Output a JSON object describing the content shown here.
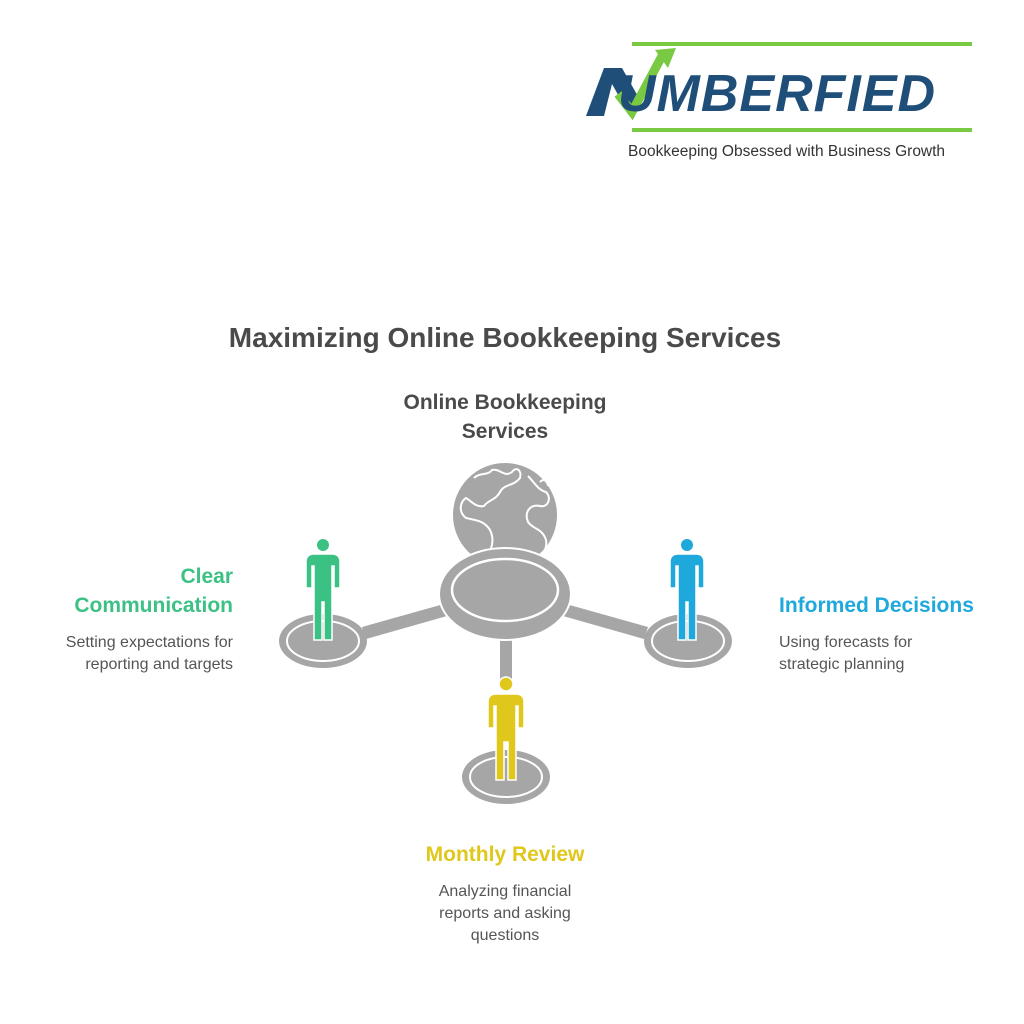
{
  "logo": {
    "wordmark": "UMBERFIED",
    "tagline": "Bookkeeping Obsessed with Business Growth",
    "colors": {
      "navy": "#1f4e79",
      "green": "#7ac943"
    }
  },
  "title": "Maximizing Online Bookkeeping Services",
  "hub": {
    "label": "Online Bookkeeping Services",
    "icon": "globe-icon",
    "color": "#a6a6a6"
  },
  "nodes": [
    {
      "id": "clear-communication",
      "heading": "Clear Communication",
      "heading_lines": [
        "Clear",
        "Communication"
      ],
      "description_lines": [
        "Setting expectations for",
        "reporting and targets"
      ],
      "color": "#3cc184",
      "icon": "person-icon"
    },
    {
      "id": "informed-decisions",
      "heading": "Informed Decisions",
      "heading_lines": [
        "Informed Decisions"
      ],
      "description_lines": [
        "Using forecasts for",
        "strategic planning"
      ],
      "color": "#1fa8dc",
      "icon": "person-icon"
    },
    {
      "id": "monthly-review",
      "heading": "Monthly Review",
      "heading_lines": [
        "Monthly Review"
      ],
      "description_lines": [
        "Analyzing financial",
        "reports and asking",
        "questions"
      ],
      "color": "#e0c71b",
      "icon": "person-icon"
    }
  ]
}
